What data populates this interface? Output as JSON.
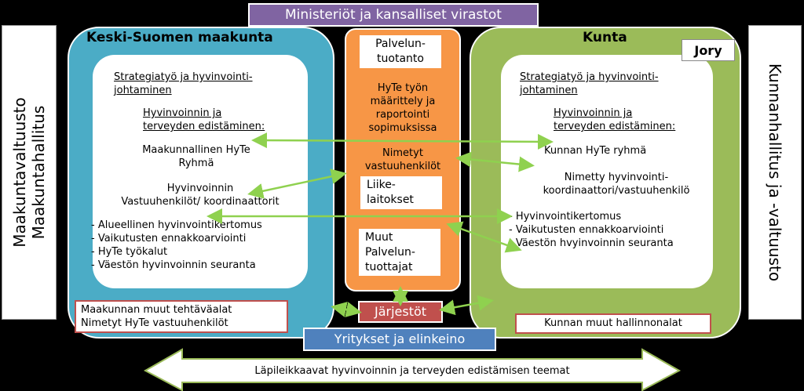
{
  "top_banner": "Ministeriöt ja kansalliset virastot",
  "left_side": {
    "line1": "Maakuntavaltuusto",
    "line2": "Maakuntahallitus"
  },
  "right_side": "Kunnanhallitus ja -valtuusto",
  "region": {
    "title": "Keski-Suomen maakunta",
    "strategy": [
      "Strategiatyö ja hyvinvointi-",
      "johtaminen"
    ],
    "promo_heading": [
      "Hyvinvoinnin ja",
      "terveyden edistäminen:"
    ],
    "group": [
      "Maakunnallinen HyTe",
      "Ryhmä"
    ],
    "coordinators": [
      "Hyvinvoinnin",
      "Vastuuhenkilöt/ koordinaattorit"
    ],
    "bullets": [
      "- Alueellinen hyvinvointikertomus",
      "- Vaikutusten ennakkoarviointi",
      "- HyTe työkalut",
      "- Väestön hyvinvoinnin seuranta"
    ],
    "other": [
      "Maakunnan muut tehtäväalat",
      "Nimetyt HyTe vastuuhenkilöt"
    ]
  },
  "center": {
    "service": [
      "Palvelun-",
      "tuotanto"
    ],
    "hyte_def": [
      "HyTe työn",
      "määrittely ja",
      "raportointi",
      "sopimuksissa"
    ],
    "named": [
      "Nimetyt",
      "vastuuhenkilöt"
    ],
    "enterprises": [
      "Liike-",
      "laitokset"
    ],
    "other_producers": [
      "Muut",
      "Palvelun-",
      "tuottajat"
    ],
    "organizations": "Järjestöt"
  },
  "municipality": {
    "title": "Kunta",
    "jory": "Jory",
    "strategy": [
      "Strategiatyö ja hyvinvointi-",
      "johtaminen"
    ],
    "promo_heading": [
      "Hyvinvoinnin ja",
      "terveyden edistäminen:"
    ],
    "group": "Kunnan HyTe ryhmä",
    "coordinator": [
      "Nimetty hyvinvointi-",
      "koordinaattori/vastuuhenkilö"
    ],
    "bullets": [
      "- Hyvinvointikertomus",
      "- Vaikutusten ennakkoarviointi",
      "- Väestön hvyinvoinnin seuranta"
    ],
    "other": "Kunnan muut hallinnonalat"
  },
  "businesses": "Yritykset ja elinkeino",
  "bottom_arrow": "Läpileikkaavat hyvinvoinnin ja terveyden edistämisen teemat",
  "colors": {
    "region": "#4bacc6",
    "municipality": "#9bbb59",
    "center": "#f79646",
    "banner": "#8064a2",
    "businesses": "#4f81bd",
    "organizations": "#c0504d",
    "connector": "#8fd14f"
  }
}
